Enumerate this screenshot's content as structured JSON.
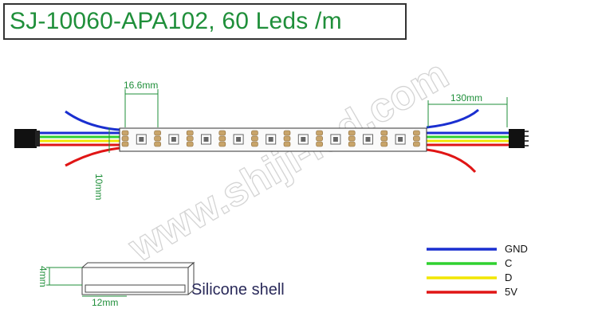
{
  "title": "SJ-10060-APA102, 60 Leds /m",
  "watermark": "www.shiji-led.com",
  "dimensions": {
    "pitch": "16.6mm",
    "lead_length": "130mm",
    "width": "10mm",
    "shell_height": "4mm",
    "shell_width": "12mm"
  },
  "shell_label": "Silicone shell",
  "legend": [
    {
      "label": "GND",
      "color": "#1a2fd0"
    },
    {
      "label": "C",
      "color": "#2fd12f"
    },
    {
      "label": "D",
      "color": "#f2e600"
    },
    {
      "label": "5V",
      "color": "#e01515"
    }
  ],
  "colors": {
    "accent": "#1f8f3a",
    "pad": "#c8a46a",
    "led": "#666666"
  },
  "led_count": 9
}
